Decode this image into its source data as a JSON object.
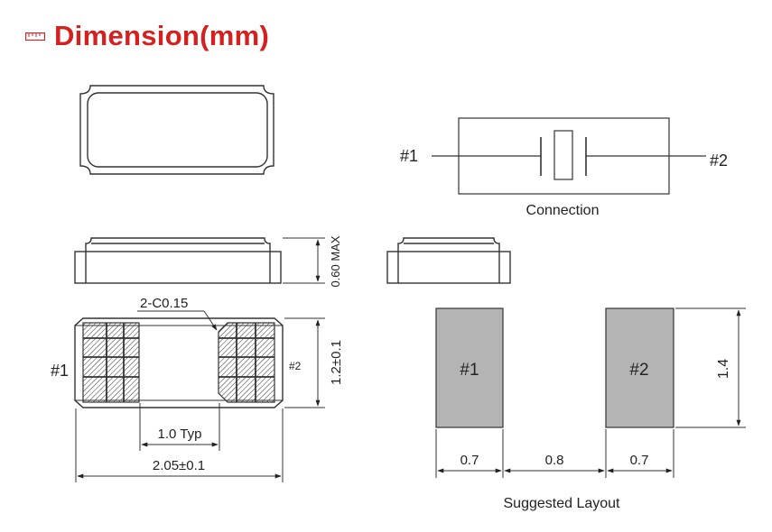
{
  "header": {
    "title": "Dimension(mm)",
    "icon": "ruler-icon",
    "title_color": "#d62020"
  },
  "top_view": {
    "pin1_label": "#1",
    "pin2_label": "#2",
    "chamfer_label": "2-C0.15",
    "width_label": "1.2±0.1",
    "pitch_label": "1.0 Typ",
    "length_label": "2.05±0.1"
  },
  "side_view": {
    "height_label": "0.60 MAX"
  },
  "connection": {
    "pin1_label": "#1",
    "pin2_label": "#2",
    "caption": "Connection"
  },
  "layout": {
    "pad1_label": "#1",
    "pad2_label": "#2",
    "height_label": "1.4",
    "pad1_width_label": "0.7",
    "gap_label": "0.8",
    "pad2_width_label": "0.7",
    "caption": "Suggested Layout",
    "pad_color": "#b4b4b4"
  }
}
